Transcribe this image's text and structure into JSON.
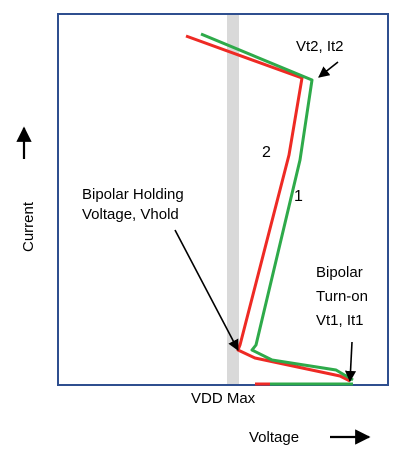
{
  "axes": {
    "x_label": "Voltage",
    "y_label": "Current"
  },
  "labels": {
    "vt2": "Vt2, It2",
    "curve1": "1",
    "curve2": "2",
    "hold_line1": "Bipolar Holding",
    "hold_line2": "Voltage, Vhold",
    "turnon_line1": "Bipolar",
    "turnon_line2": "Turn-on",
    "turnon_line3": "Vt1, It1",
    "vdd_max": "VDD Max"
  },
  "colors": {
    "curve1": "#2eaa4a",
    "curve2": "#ee2a24",
    "vdd_band": "#d9d9d9",
    "frame": "#2f4f8f",
    "arrow": "#000000"
  }
}
